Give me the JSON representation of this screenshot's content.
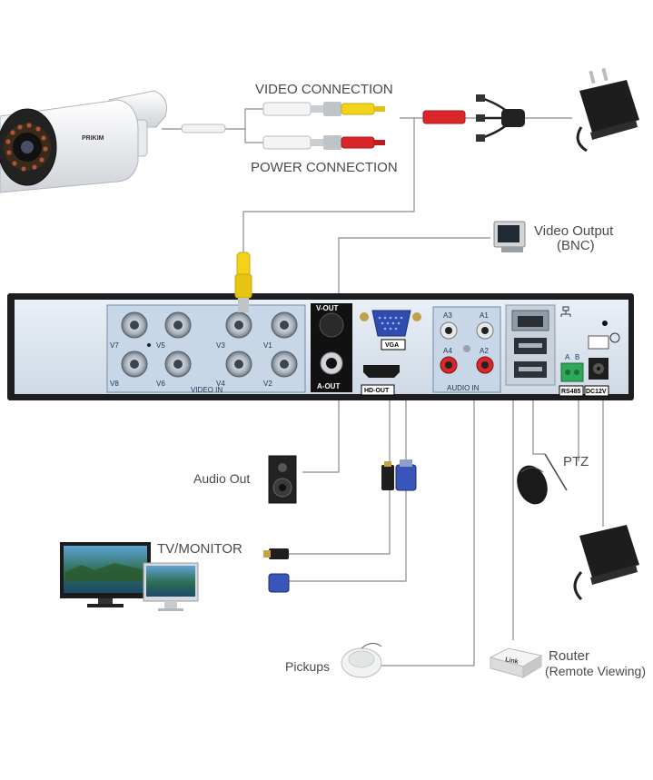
{
  "labels": {
    "video_connection": "VIDEO CONNECTION",
    "power_connection": "POWER CONNECTION",
    "video_output_line1": "Video Output",
    "video_output_line2": "(BNC)",
    "audio_out": "Audio Out",
    "tv_monitor": "TV/MONITOR",
    "ptz": "PTZ",
    "pickups": "Pickups",
    "router_line1": "Router",
    "router_line2": "(Remote Viewing)"
  },
  "camera": {
    "brand": "PRIKIM"
  },
  "panel": {
    "channels": [
      "V1",
      "V2",
      "V3",
      "V4",
      "V5",
      "V6",
      "V7",
      "V8"
    ],
    "video_in": "VIDEO IN",
    "v_out": "V-OUT",
    "a_out": "A-OUT",
    "vga": "VGA",
    "hd_out": "HD-OUT",
    "audio_channels": [
      "A1",
      "A2",
      "A3",
      "A4"
    ],
    "audio_in": "AUDIO IN",
    "rs485": "RS485",
    "rs485_pins": [
      "A",
      "B"
    ],
    "dc12v": "DC12V"
  },
  "router": {
    "brand": "Link"
  },
  "colors": {
    "panel_bg": "#dfe8f2",
    "chassis": "#1e1e22",
    "cable": "#8a8a8a",
    "yellow_plug": "#f3d21a",
    "red_plug": "#d8262b",
    "vga_blue": "#3a55b8"
  }
}
